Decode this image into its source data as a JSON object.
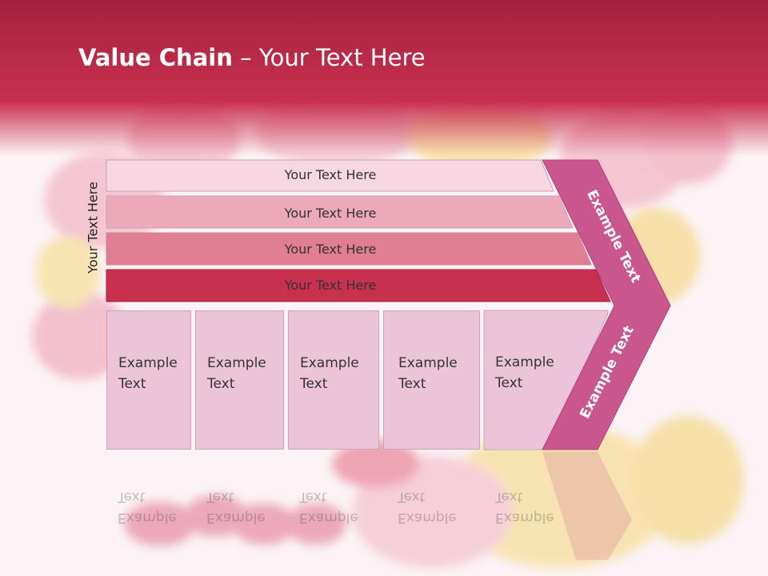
{
  "header": {
    "title_bold": "Value Chain",
    "title_sep": " – ",
    "title_rest": "Your Text Here"
  },
  "side_label": "Your Text Here",
  "rows": [
    {
      "label": "Your Text Here",
      "color": "#f7d7e1"
    },
    {
      "label": "Your Text Here",
      "color": "#eba9ba"
    },
    {
      "label": "Your Text Here",
      "color": "#e07f93"
    },
    {
      "label": "Your Text Here",
      "color": "#c8304f"
    }
  ],
  "boxes": [
    {
      "line1": "Example",
      "line2": "Text"
    },
    {
      "line1": "Example",
      "line2": "Text"
    },
    {
      "line1": "Example",
      "line2": "Text"
    },
    {
      "line1": "Example",
      "line2": "Text"
    },
    {
      "line1": "Example",
      "line2": "Text"
    }
  ],
  "chevron": {
    "top_label": "Example Text",
    "bottom_label": "Example Text",
    "color": "#c9578e"
  },
  "colors": {
    "header": "#b52a4b",
    "box": "#ebc4d8"
  }
}
